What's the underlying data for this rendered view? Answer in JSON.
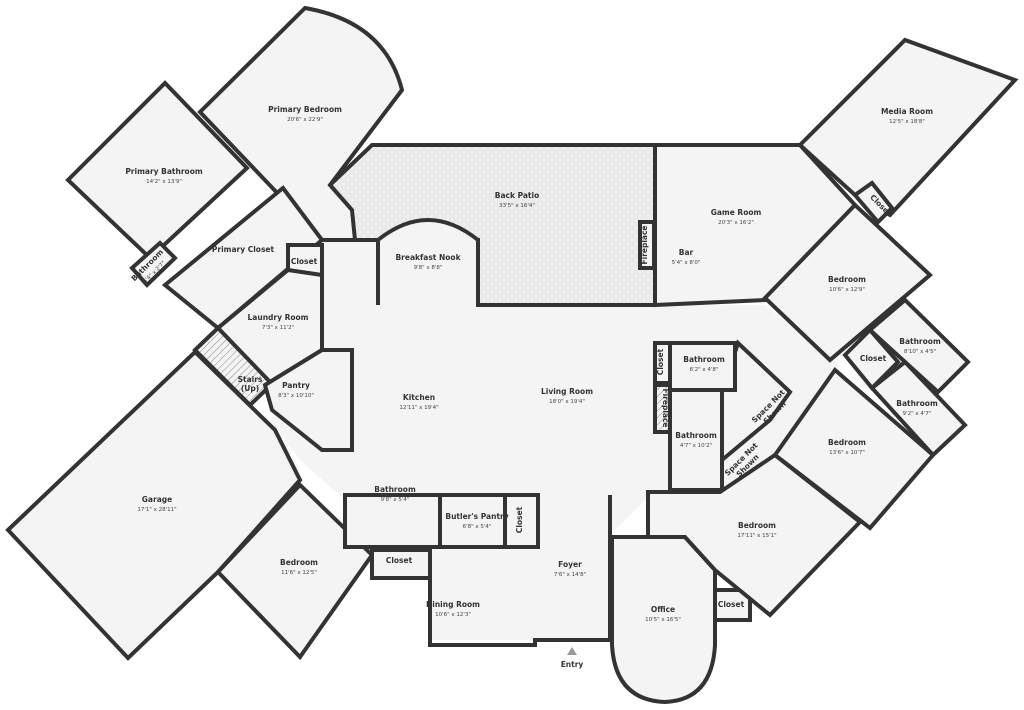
{
  "plan": {
    "rooms": [
      {
        "name": "Primary Bedroom",
        "dims": "20'6\" x 22'9\""
      },
      {
        "name": "Primary Bathroom",
        "dims": "14'2\" x 13'9\""
      },
      {
        "name": "Bathroom",
        "dims": "5'4\" x 2'7\""
      },
      {
        "name": "Primary Closet",
        "dims": ""
      },
      {
        "name": "Closet",
        "dims": ""
      },
      {
        "name": "Laundry Room",
        "dims": "7'3\" x 11'2\""
      },
      {
        "name": "Stairs",
        "dims": "(Up)"
      },
      {
        "name": "Pantry",
        "dims": "8'3\" x 10'10\""
      },
      {
        "name": "Kitchen",
        "dims": "12'11\" x 19'4\""
      },
      {
        "name": "Living Room",
        "dims": "18'0\" x 19'4\""
      },
      {
        "name": "Back Patio",
        "dims": "33'5\" x 16'4\""
      },
      {
        "name": "Breakfast Nook",
        "dims": "9'8\" x 8'8\""
      },
      {
        "name": "Game Room",
        "dims": "20'3\" x 16'2\""
      },
      {
        "name": "Bar",
        "dims": "5'4\" x 8'0\""
      },
      {
        "name": "Fireplace",
        "dims": ""
      },
      {
        "name": "Media Room",
        "dims": "12'5\" x 18'8\""
      },
      {
        "name": "Closet",
        "dims": ""
      },
      {
        "name": "Bedroom",
        "dims": "10'6\" x 12'9\""
      },
      {
        "name": "Bathroom",
        "dims": "8'10\" x 4'5\""
      },
      {
        "name": "Closet",
        "dims": ""
      },
      {
        "name": "Bathroom",
        "dims": "9'2\" x 4'7\""
      },
      {
        "name": "Bedroom",
        "dims": "13'6\" x 10'7\""
      },
      {
        "name": "Bathroom",
        "dims": "6'2\" x 4'8\""
      },
      {
        "name": "Closet",
        "dims": ""
      },
      {
        "name": "Fireplace",
        "dims": ""
      },
      {
        "name": "Bathroom",
        "dims": "4'7\" x 10'2\""
      },
      {
        "name": "Space Not",
        "dims": "Shown"
      },
      {
        "name": "Space Not",
        "dims": "Shown"
      },
      {
        "name": "Bedroom",
        "dims": "17'11\" x 15'1\""
      },
      {
        "name": "Garage",
        "dims": "17'1\" x 28'11\""
      },
      {
        "name": "Bedroom",
        "dims": "11'6\" x 12'5\""
      },
      {
        "name": "Bathroom",
        "dims": "9'8\" x 5'4\""
      },
      {
        "name": "Butler's Pantry",
        "dims": "6'8\" x 5'4\""
      },
      {
        "name": "Closet",
        "dims": ""
      },
      {
        "name": "Closet",
        "dims": ""
      },
      {
        "name": "Foyer",
        "dims": "7'6\" x 14'8\""
      },
      {
        "name": "Dining Room",
        "dims": "10'6\" x 12'3\""
      },
      {
        "name": "Office",
        "dims": "10'5\" x 16'5\""
      },
      {
        "name": "Closet",
        "dims": ""
      },
      {
        "name": "Entry",
        "dims": ""
      }
    ],
    "colors": {
      "wall": "#333333",
      "floor": "#f4f4f4",
      "patio": "#e9e9e9"
    },
    "entry_icon": "triangle-up-icon"
  }
}
